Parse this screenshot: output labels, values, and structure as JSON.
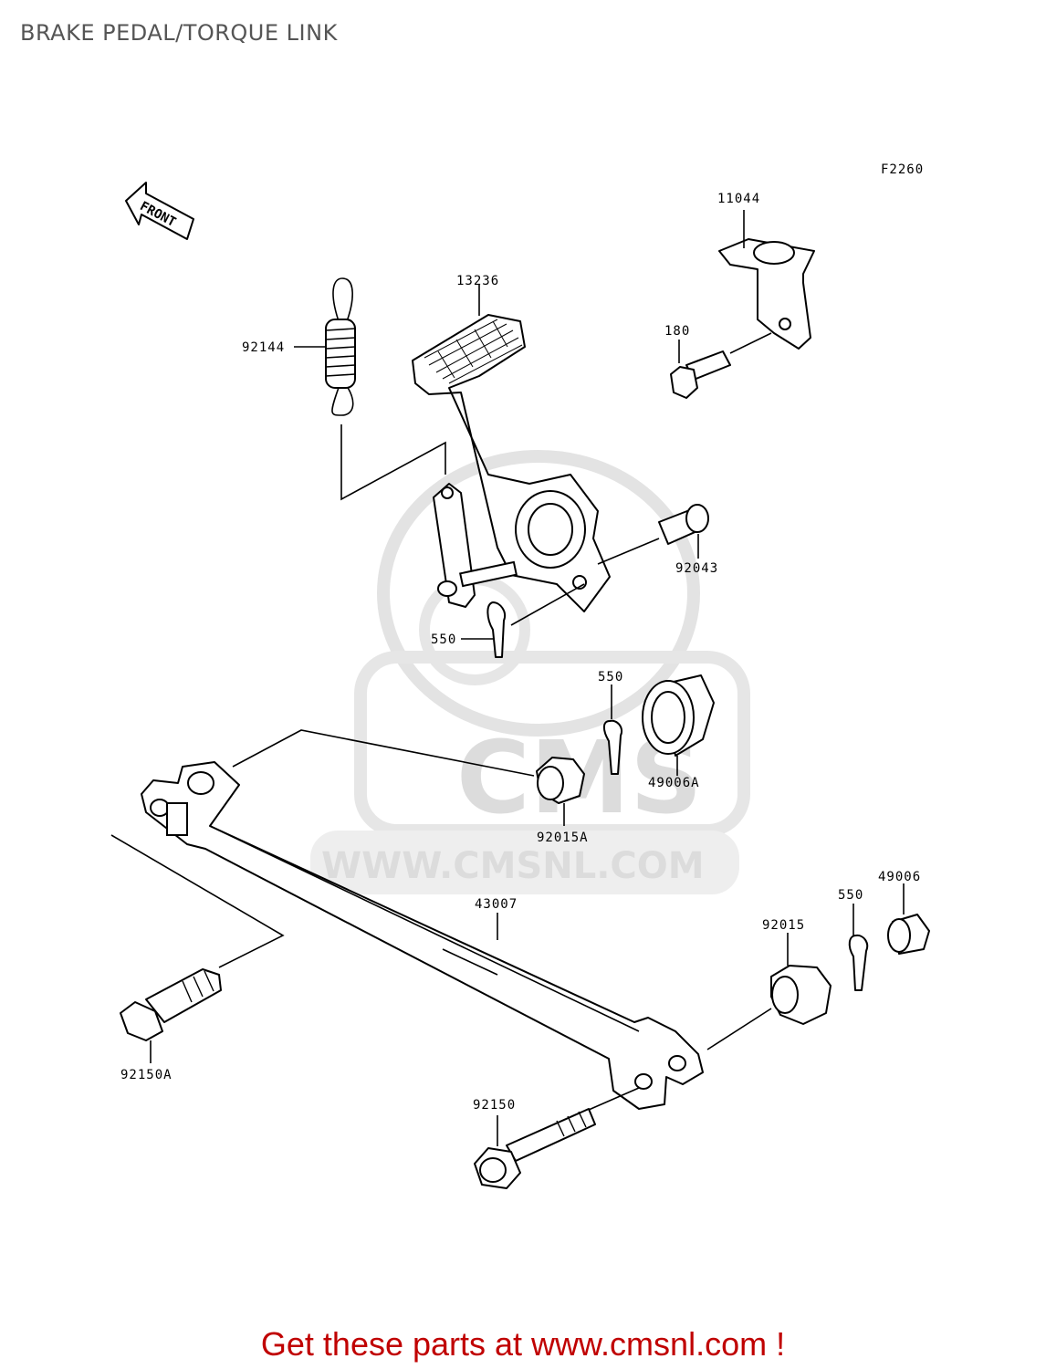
{
  "page": {
    "title": "BRAKE PEDAL/TORQUE LINK",
    "figure_code": "F2260",
    "direction_label": "FRONT",
    "footer": "Get these parts at www.cmsnl.com !"
  },
  "watermark": {
    "brand": "CMS",
    "url": "WWW.CMSNL.COM"
  },
  "parts": [
    {
      "id": "p11044",
      "number": "11044",
      "name": "bracket"
    },
    {
      "id": "p13236",
      "number": "13236",
      "name": "brake-pedal"
    },
    {
      "id": "p92144",
      "number": "92144",
      "name": "return-spring"
    },
    {
      "id": "p180",
      "number": "180",
      "name": "bolt"
    },
    {
      "id": "p92043",
      "number": "92043",
      "name": "pin"
    },
    {
      "id": "p550a",
      "number": "550",
      "name": "cotter-pin"
    },
    {
      "id": "p550b",
      "number": "550",
      "name": "cotter-pin"
    },
    {
      "id": "p49006A",
      "number": "49006A",
      "name": "rubber-bushing"
    },
    {
      "id": "p92015A",
      "number": "92015A",
      "name": "nut"
    },
    {
      "id": "p43007",
      "number": "43007",
      "name": "torque-link"
    },
    {
      "id": "p550c",
      "number": "550",
      "name": "cotter-pin"
    },
    {
      "id": "p49006",
      "number": "49006",
      "name": "bushing"
    },
    {
      "id": "p92015",
      "number": "92015",
      "name": "nut"
    },
    {
      "id": "p92150A",
      "number": "92150A",
      "name": "bolt"
    },
    {
      "id": "p92150",
      "number": "92150",
      "name": "bolt"
    }
  ]
}
